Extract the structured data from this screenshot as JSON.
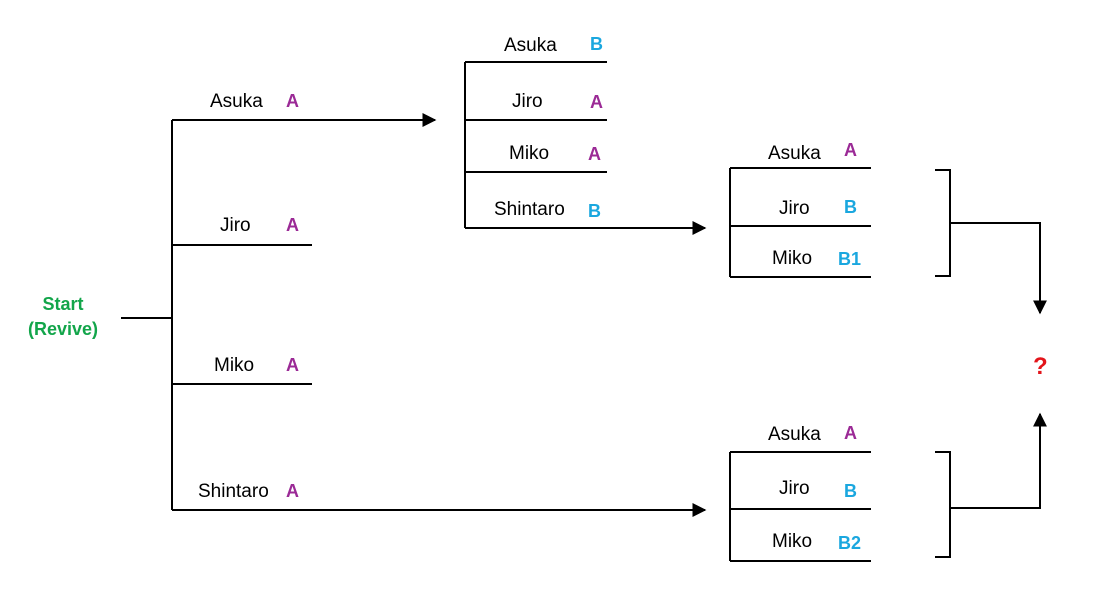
{
  "start": {
    "line1": "Start",
    "line2": "(Revive)"
  },
  "branch1": [
    {
      "name": "Asuka",
      "tag": "A"
    },
    {
      "name": "Jiro",
      "tag": "A"
    },
    {
      "name": "Miko",
      "tag": "A"
    },
    {
      "name": "Shintaro",
      "tag": "A"
    }
  ],
  "branch2": [
    {
      "name": "Asuka",
      "tag": "B"
    },
    {
      "name": "Jiro",
      "tag": "A"
    },
    {
      "name": "Miko",
      "tag": "A"
    },
    {
      "name": "Shintaro",
      "tag": "B"
    }
  ],
  "branch3_top": [
    {
      "name": "Asuka",
      "tag": "A"
    },
    {
      "name": "Jiro",
      "tag": "B"
    },
    {
      "name": "Miko",
      "tag": "B1"
    }
  ],
  "branch3_bottom": [
    {
      "name": "Asuka",
      "tag": "A"
    },
    {
      "name": "Jiro",
      "tag": "B"
    },
    {
      "name": "Miko",
      "tag": "B2"
    }
  ],
  "result": "?",
  "colors": {
    "tag_a": "#9b2a96",
    "tag_b": "#1aa7df",
    "start": "#12a54a",
    "result": "#e3141a",
    "line": "#000000"
  }
}
